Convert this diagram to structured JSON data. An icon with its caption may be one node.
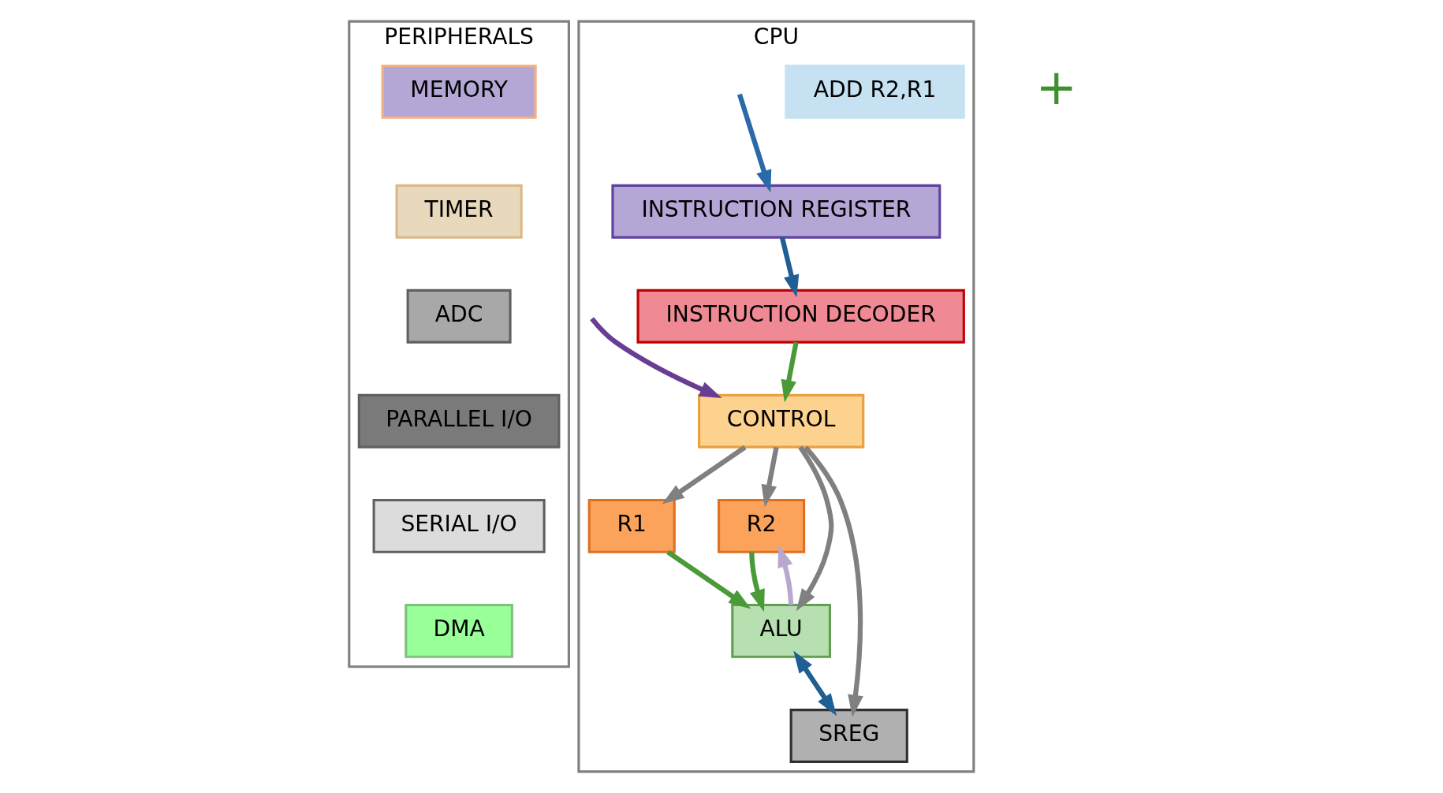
{
  "diagram": {
    "nodes": [
      {
        "text": [
          "PERIPHERALS"
        ]
      },
      {
        "text": [
          "MEMORY"
        ],
        "in": 0
      },
      {
        "text": [
          "TIMER"
        ],
        "in": 0
      },
      {
        "text": [
          "ADC"
        ],
        "in": 0
      },
      {
        "text": [
          "PARALLEL I/O"
        ],
        "in": 0
      },
      {
        "text": [
          "SERIAL I/O"
        ],
        "in": 0
      },
      {
        "text": [
          "DMA"
        ],
        "in": 0
      },
      {
        "text": [
          "CPU"
        ]
      },
      {
        "text": [
          "ADD R2,R1"
        ],
        "in": 7
      },
      {
        "text": [
          "INSTRUCTION REGISTER"
        ],
        "in": 7
      },
      {
        "text": [
          "INSTRUCTION DECODER"
        ],
        "in": 7
      },
      {
        "text": [
          "CONTROL"
        ],
        "in": 7
      },
      {
        "text": [
          "R1"
        ],
        "in": 7
      },
      {
        "text": [
          "R2"
        ],
        "in": 7
      },
      {
        "text": [
          "ALU"
        ],
        "in": 7
      },
      {
        "text": [
          "SREG"
        ],
        "in": 7
      }
    ],
    "edges": [
      {
        "from": null,
        "to": 9,
        "arrow": "to",
        "color": "#2a6aa8"
      },
      {
        "from": 9,
        "to": 10,
        "arrow": "to",
        "color": "#1f5f94"
      },
      {
        "from": 10,
        "to": 11,
        "arrow": "to",
        "color": "#4a9a38"
      },
      {
        "from": null,
        "to": 11,
        "arrow": "to",
        "color": "#6a3d94"
      },
      {
        "from": 11,
        "to": 12,
        "arrow": "to"
      },
      {
        "from": 11,
        "to": 13,
        "arrow": "to"
      },
      {
        "from": 11,
        "to": 14,
        "arrow": "to"
      },
      {
        "from": 11,
        "to": 15,
        "arrow": "to"
      },
      {
        "from": 12,
        "to": 14,
        "arrow": "to",
        "color": "#4a9a38"
      },
      {
        "from": 13,
        "to": 14,
        "arrow": "to",
        "color": "#4a9a38"
      },
      {
        "from": 14,
        "to": 15,
        "arrow": "both",
        "color": "#1f5f94"
      },
      {
        "from": 14,
        "to": 13,
        "arrow": "to",
        "color": "#b8a8d0"
      }
    ],
    "labels": [
      "+"
    ]
  }
}
